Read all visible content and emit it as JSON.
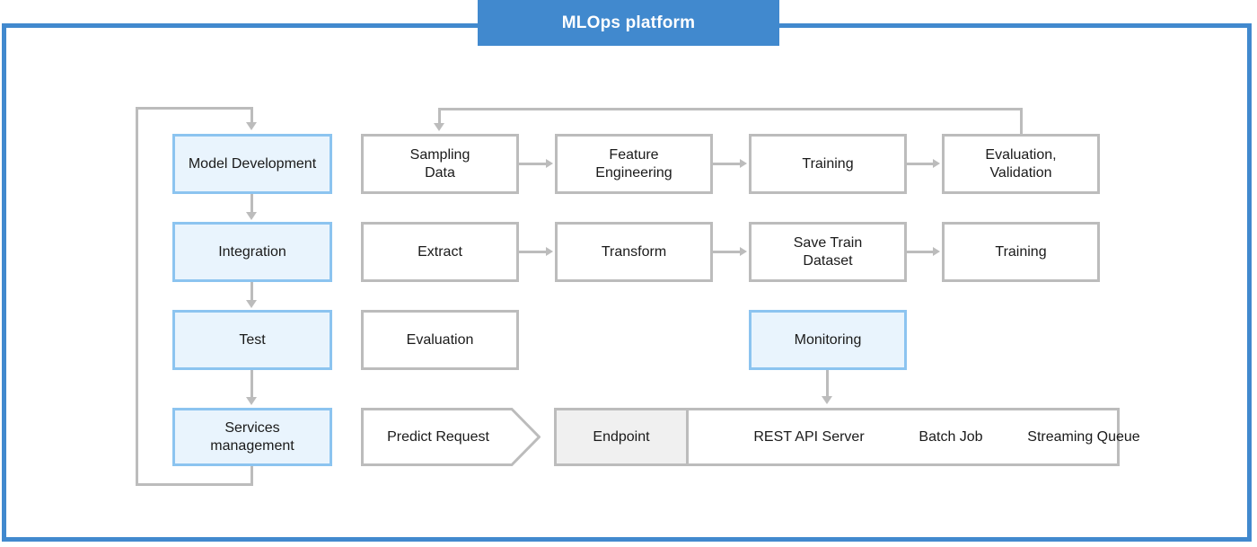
{
  "banner": {
    "title": "MLOps platform",
    "background": "#4189ce",
    "text_color": "#ffffff"
  },
  "frame": {
    "border_color": "#4189ce"
  },
  "colors": {
    "accent_blue": "#4189ce",
    "node_blue_fill": "#e9f4fd",
    "node_blue_border": "#8cc4f0",
    "node_gray_border": "#bcbcbc",
    "node_filled_fill": "#f0f0f0",
    "connector": "#bcbcbc",
    "text": "#1a1a1a"
  },
  "lifecycle_column": {
    "items": [
      {
        "label": "Model Development"
      },
      {
        "label": "Integration"
      },
      {
        "label": "Test"
      },
      {
        "label": "Services\nmanagement"
      }
    ]
  },
  "pipeline_rows": [
    {
      "name": "model-development-pipeline",
      "steps": [
        {
          "label": "Sampling\nData"
        },
        {
          "label": "Feature\nEngineering"
        },
        {
          "label": "Training"
        },
        {
          "label": "Evaluation,\nValidation"
        }
      ]
    },
    {
      "name": "integration-pipeline",
      "steps": [
        {
          "label": "Extract"
        },
        {
          "label": "Transform"
        },
        {
          "label": "Save Train\nDataset"
        },
        {
          "label": "Training"
        }
      ]
    },
    {
      "name": "test-row",
      "steps": [
        {
          "label": "Evaluation"
        },
        {
          "label": "Monitoring"
        }
      ]
    }
  ],
  "serving_row": {
    "request": {
      "label": "Predict Request"
    },
    "endpoint": {
      "label": "Endpoint"
    },
    "services": [
      {
        "label": "REST API Server"
      },
      {
        "label": "Batch Job"
      },
      {
        "label": "Streaming Queue"
      }
    ]
  }
}
